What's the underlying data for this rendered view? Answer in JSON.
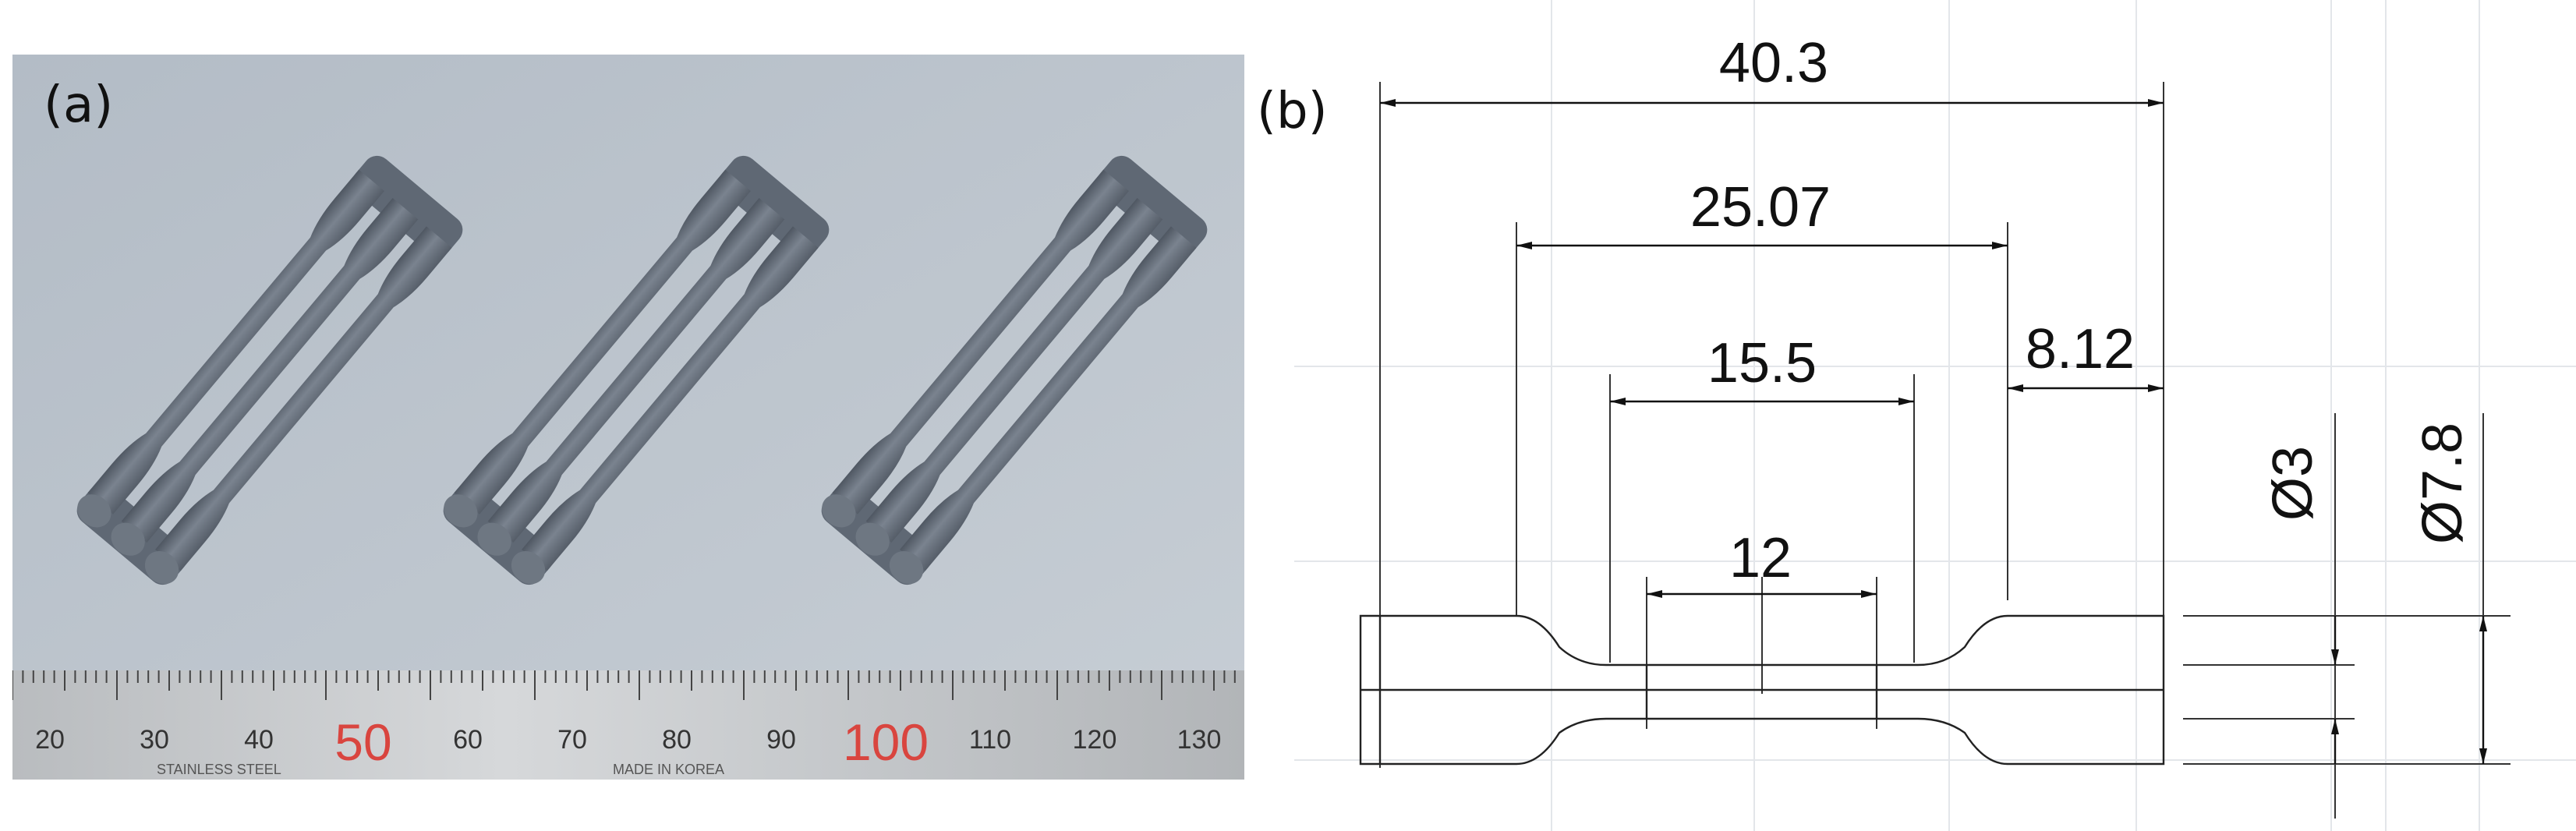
{
  "panel_a": {
    "label": "(a)",
    "ruler": {
      "ticks": [
        "20",
        "30",
        "40",
        "50",
        "60",
        "70",
        "80",
        "90",
        "100",
        "110",
        "120",
        "130"
      ],
      "highlight_ticks": [
        "50",
        "100"
      ],
      "small_text_1": "STAINLESS STEEL",
      "small_text_2": "MADE IN KOREA"
    },
    "specimen_groups": 3,
    "bars_per_group": 3,
    "colors": {
      "background": "#bcc4cc",
      "specimen": "#6b7480",
      "ruler": "#c9ccce",
      "highlight": "#d9453f"
    }
  },
  "panel_b": {
    "label": "(b)",
    "dimensions": {
      "overall_length": "40.3",
      "shoulder_span": "25.07",
      "reduced_section": "15.5",
      "grip_length": "8.12",
      "gauge_length": "12",
      "gauge_diameter": "Ø3",
      "grip_diameter": "Ø7.8"
    }
  }
}
